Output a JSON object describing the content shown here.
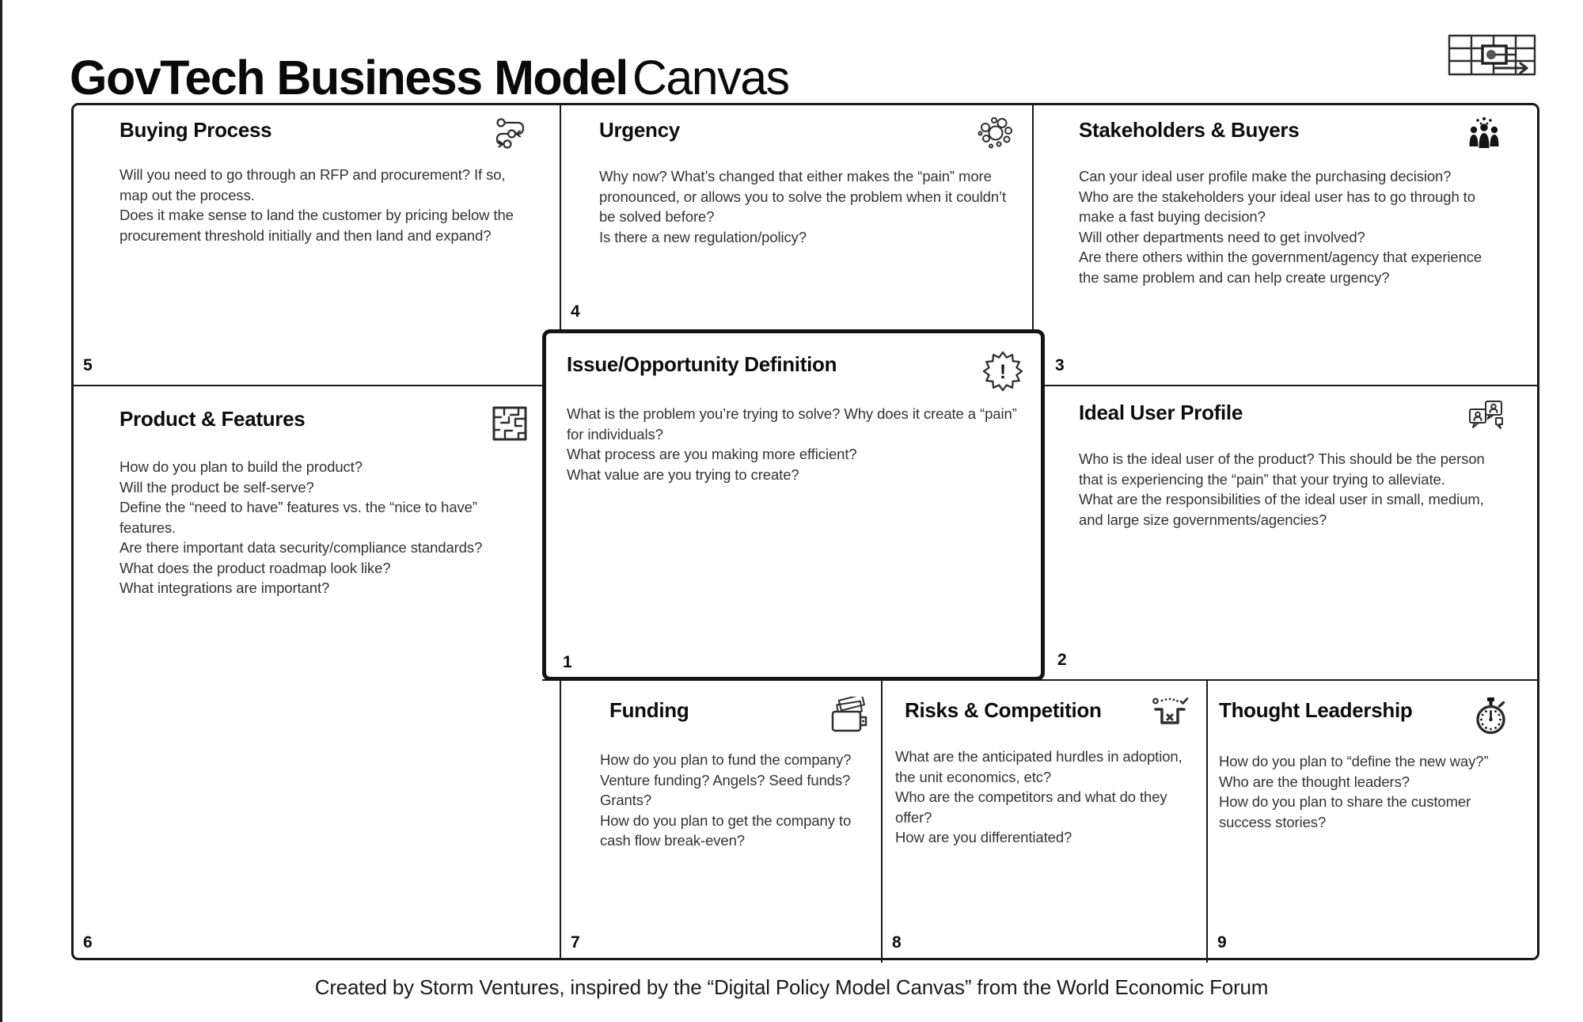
{
  "page": {
    "title_bold": "GovTech Business Model",
    "title_light": "Canvas",
    "footer": "Created by Storm Ventures, inspired by the “Digital Policy Model Canvas” from the World Economic Forum",
    "logo_icon": "canvas-grid-arrow-icon"
  },
  "colors": {
    "ink": "#1a1a1a",
    "body_text": "#333333",
    "background": "#ffffff"
  },
  "sections": {
    "buying_process": {
      "number": "5",
      "title": "Buying Process",
      "icon": "process-flow-icon",
      "questions": [
        "Will you need to go through an RFP and procurement? If so, map out the process.",
        "Does it make sense to land the customer by pricing below the procurement threshold initially and then land and expand?"
      ]
    },
    "urgency": {
      "number": "4",
      "title": "Urgency",
      "icon": "bubbles-cluster-icon",
      "questions": [
        "Why now? What’s changed that either makes the “pain” more pronounced, or allows you to solve the problem when it couldn’t be solved before?",
        "Is there a new regulation/policy?"
      ]
    },
    "stakeholders_buyers": {
      "number": "3",
      "title": "Stakeholders & Buyers",
      "icon": "people-group-icon",
      "questions": [
        "Can your ideal user profile make the purchasing decision?",
        "Who are the stakeholders your ideal user has to go through to make a fast buying decision?",
        "Will other departments need to get involved?",
        "Are there others within the government/agency that experience the same problem and can help create urgency?"
      ]
    },
    "issue_opportunity": {
      "number": "1",
      "title": "Issue/Opportunity Definition",
      "icon": "alert-seal-icon",
      "questions": [
        "What is the problem you’re trying to solve? Why does it create a “pain” for individuals?",
        "What process are you making more efficient?",
        "What value are you trying to create?"
      ]
    },
    "product_features": {
      "number": "6",
      "title": "Product & Features",
      "icon": "maze-icon",
      "questions": [
        "How do you plan to build the product?",
        "Will the product be self-serve?",
        "Define the “need to have” features vs. the “nice to have” features.",
        "Are there important data security/compliance standards?",
        "What does the product roadmap look like?",
        "What integrations are important?"
      ]
    },
    "ideal_user_profile": {
      "number": "2",
      "title": "Ideal User Profile",
      "icon": "chat-people-icon",
      "questions": [
        "Who is the ideal user of the product? This should be the person that is experiencing the “pain” that your trying to alleviate.",
        "What are the responsibilities of the ideal user in small, medium, and large size governments/agencies?"
      ]
    },
    "funding": {
      "number": "7",
      "title": "Funding",
      "icon": "wallet-icon",
      "questions": [
        "How do you plan to fund the company?",
        "Venture funding? Angels? Seed funds? Grants?",
        "How do you plan to get the company to cash flow break-even?"
      ]
    },
    "risks_competition": {
      "number": "8",
      "title": "Risks & Competition",
      "icon": "pit-trap-icon",
      "questions": [
        "What are the anticipated hurdles in adoption, the unit economics, etc?",
        "Who are the competitors and what do they offer?",
        "How are you differentiated?"
      ]
    },
    "thought_leadership": {
      "number": "9",
      "title": "Thought Leadership",
      "icon": "stopwatch-icon",
      "questions": [
        "How do you plan to “define the new way?”",
        "Who are the thought leaders?",
        "How do you plan to share the customer success stories?"
      ]
    }
  }
}
